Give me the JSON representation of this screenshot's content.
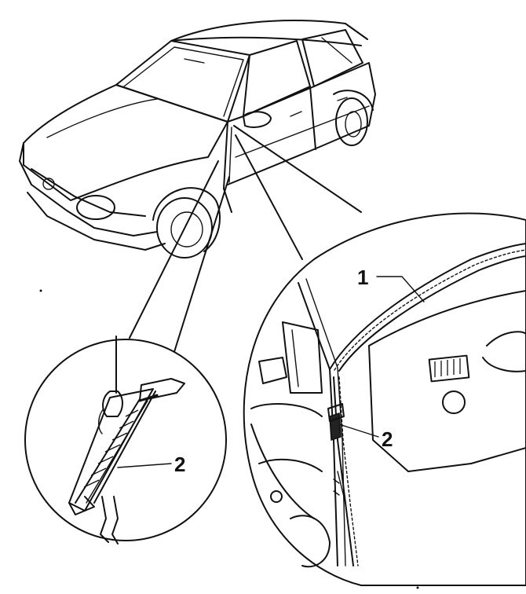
{
  "callouts": {
    "seal_label": "1",
    "drain_label_detail": "2",
    "drain_label_door": "2"
  }
}
